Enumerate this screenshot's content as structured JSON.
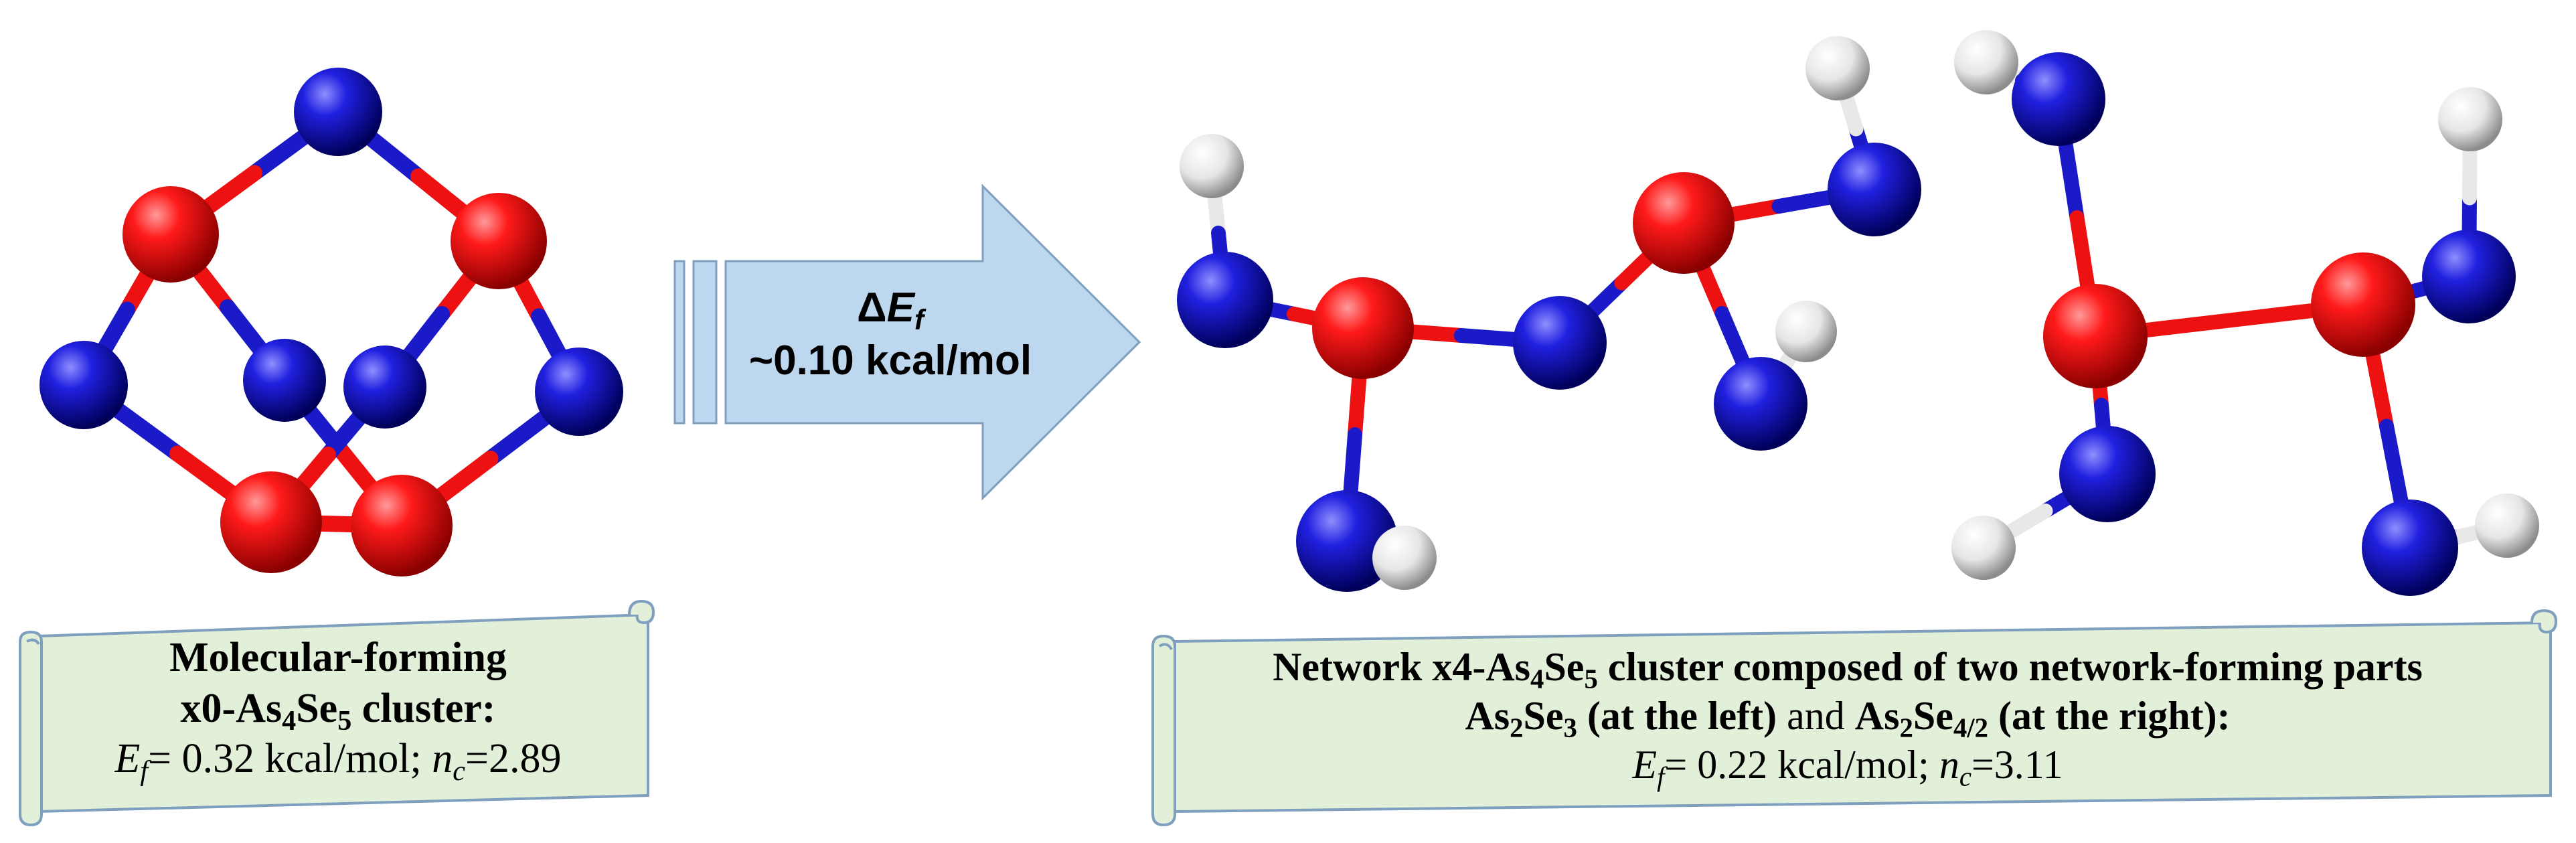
{
  "colors": {
    "arsenic": "#ee1111",
    "selenium": "#1a1ac8",
    "hydrogen": "#e8e8e8",
    "scroll_fill": "#e2efd9",
    "scroll_stroke": "#7f9fbf",
    "arrow_fill": "#bdd7ee",
    "arrow_stroke": "#7f9fbf"
  },
  "arrow": {
    "delta_symbol": "Δ",
    "delta_E": "E",
    "delta_sub": "f",
    "value": "~0.10 kcal/mol"
  },
  "left_caption": {
    "line1": "Molecular-forming",
    "line2_a": "x0-As",
    "line2_sub1": "4",
    "line2_b": "Se",
    "line2_sub2": "5",
    "line2_c": " cluster:",
    "E": "E",
    "E_sub": "f",
    "E_rest": "= 0.32 kcal/mol; ",
    "n": "n",
    "n_sub": "c",
    "n_rest": "=2.89"
  },
  "right_caption": {
    "line1_a": "Network x4-As",
    "line1_sub1": "4",
    "line1_b": "Se",
    "line1_sub2": "5",
    "line1_c": " cluster composed of two network-forming parts",
    "line2_a": "As",
    "line2_sub1": "2",
    "line2_b": "Se",
    "line2_sub2": "3",
    "line2_c": " (at the left)",
    "line2_and": " and ",
    "line2_d": "As",
    "line2_sub3": "2",
    "line2_e": "Se",
    "line2_sub4": "4/2",
    "line2_f": " (at the right):",
    "E": "E",
    "E_sub": "f",
    "E_rest": "= 0.22 kcal/mol; ",
    "n": "n",
    "n_sub": "c",
    "n_rest": "=3.11"
  }
}
